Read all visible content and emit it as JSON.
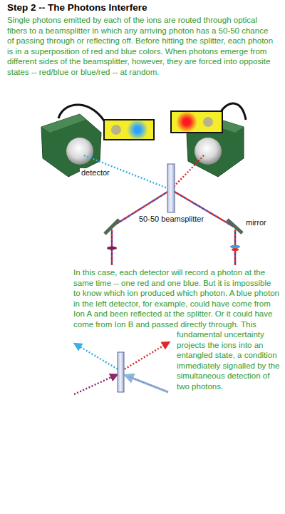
{
  "diagram": {
    "title": "Step 2 -- The Photons Interfere",
    "labels": [
      "Single photons emitted by each of the ions are routed through optical fibers to a beamsplitter in which any arriving photon has a 50-50 chance of passing through or reflecting off. Before hitting the splitter, each photon is in a superposition of red and blue colors. When photons emerge from different sides of the beamsplitter, however, they are forced into opposite states -- red/blue or blue/red -- at random.",
      "detector",
      "50-50 beamsplitter",
      "mirror",
      "In this case, each detector will record a photon at the same time -- one red and one blue. But it is impossible to know which ion produced which photon. A blue photon in the left detector, for example, could have come from Ion A and been reflected at the splitter. Or it could have come from Ion B and passed directly through. This fundamental uncertainty projects the ions into an entangled state, a condition immediately signalled by the simultaneous detection of two photons."
    ]
  }
}
